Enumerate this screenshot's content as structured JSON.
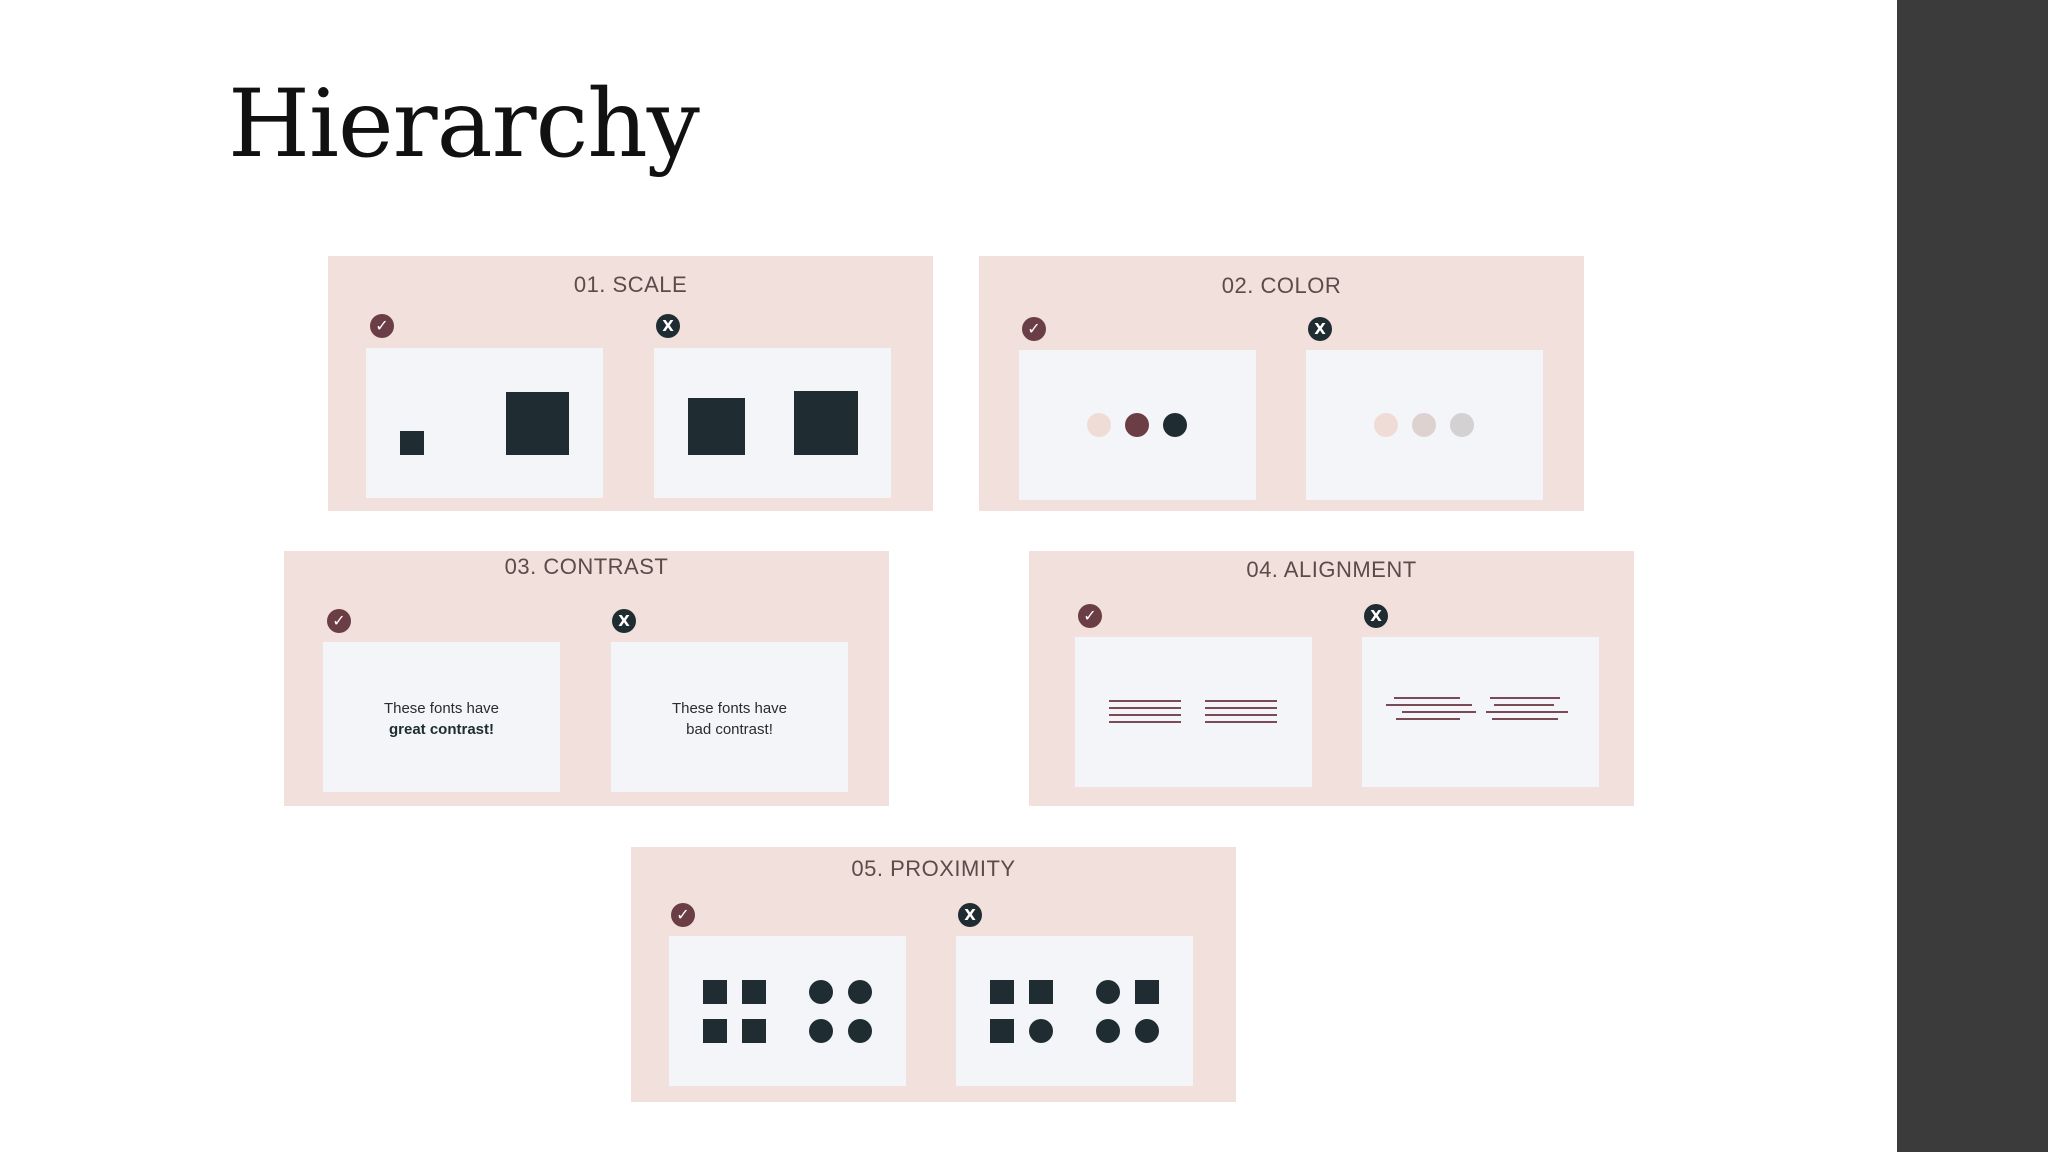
{
  "slide": {
    "title": "Hierarchy",
    "cards": [
      {
        "label": "01. SCALE"
      },
      {
        "label": "02. COLOR"
      },
      {
        "label": "03. CONTRAST"
      },
      {
        "label": "04. ALIGNMENT"
      },
      {
        "label": "05. PROXIMITY"
      }
    ],
    "good_icon": "✓",
    "bad_icon": "X",
    "contrast": {
      "good_line1": "These fonts have",
      "good_line2": "great contrast!",
      "bad_line1": "These fonts have",
      "bad_line2": "bad contrast!"
    }
  },
  "colors": {
    "card_bg": "#f1e0dc",
    "panel_bg": "#f3f5f8",
    "dark": "#1f2c31",
    "accent": "#6b3d45",
    "sidebar": "#3b3b3b"
  },
  "icons": {
    "good": "check-circle-icon",
    "bad": "x-circle-icon"
  }
}
